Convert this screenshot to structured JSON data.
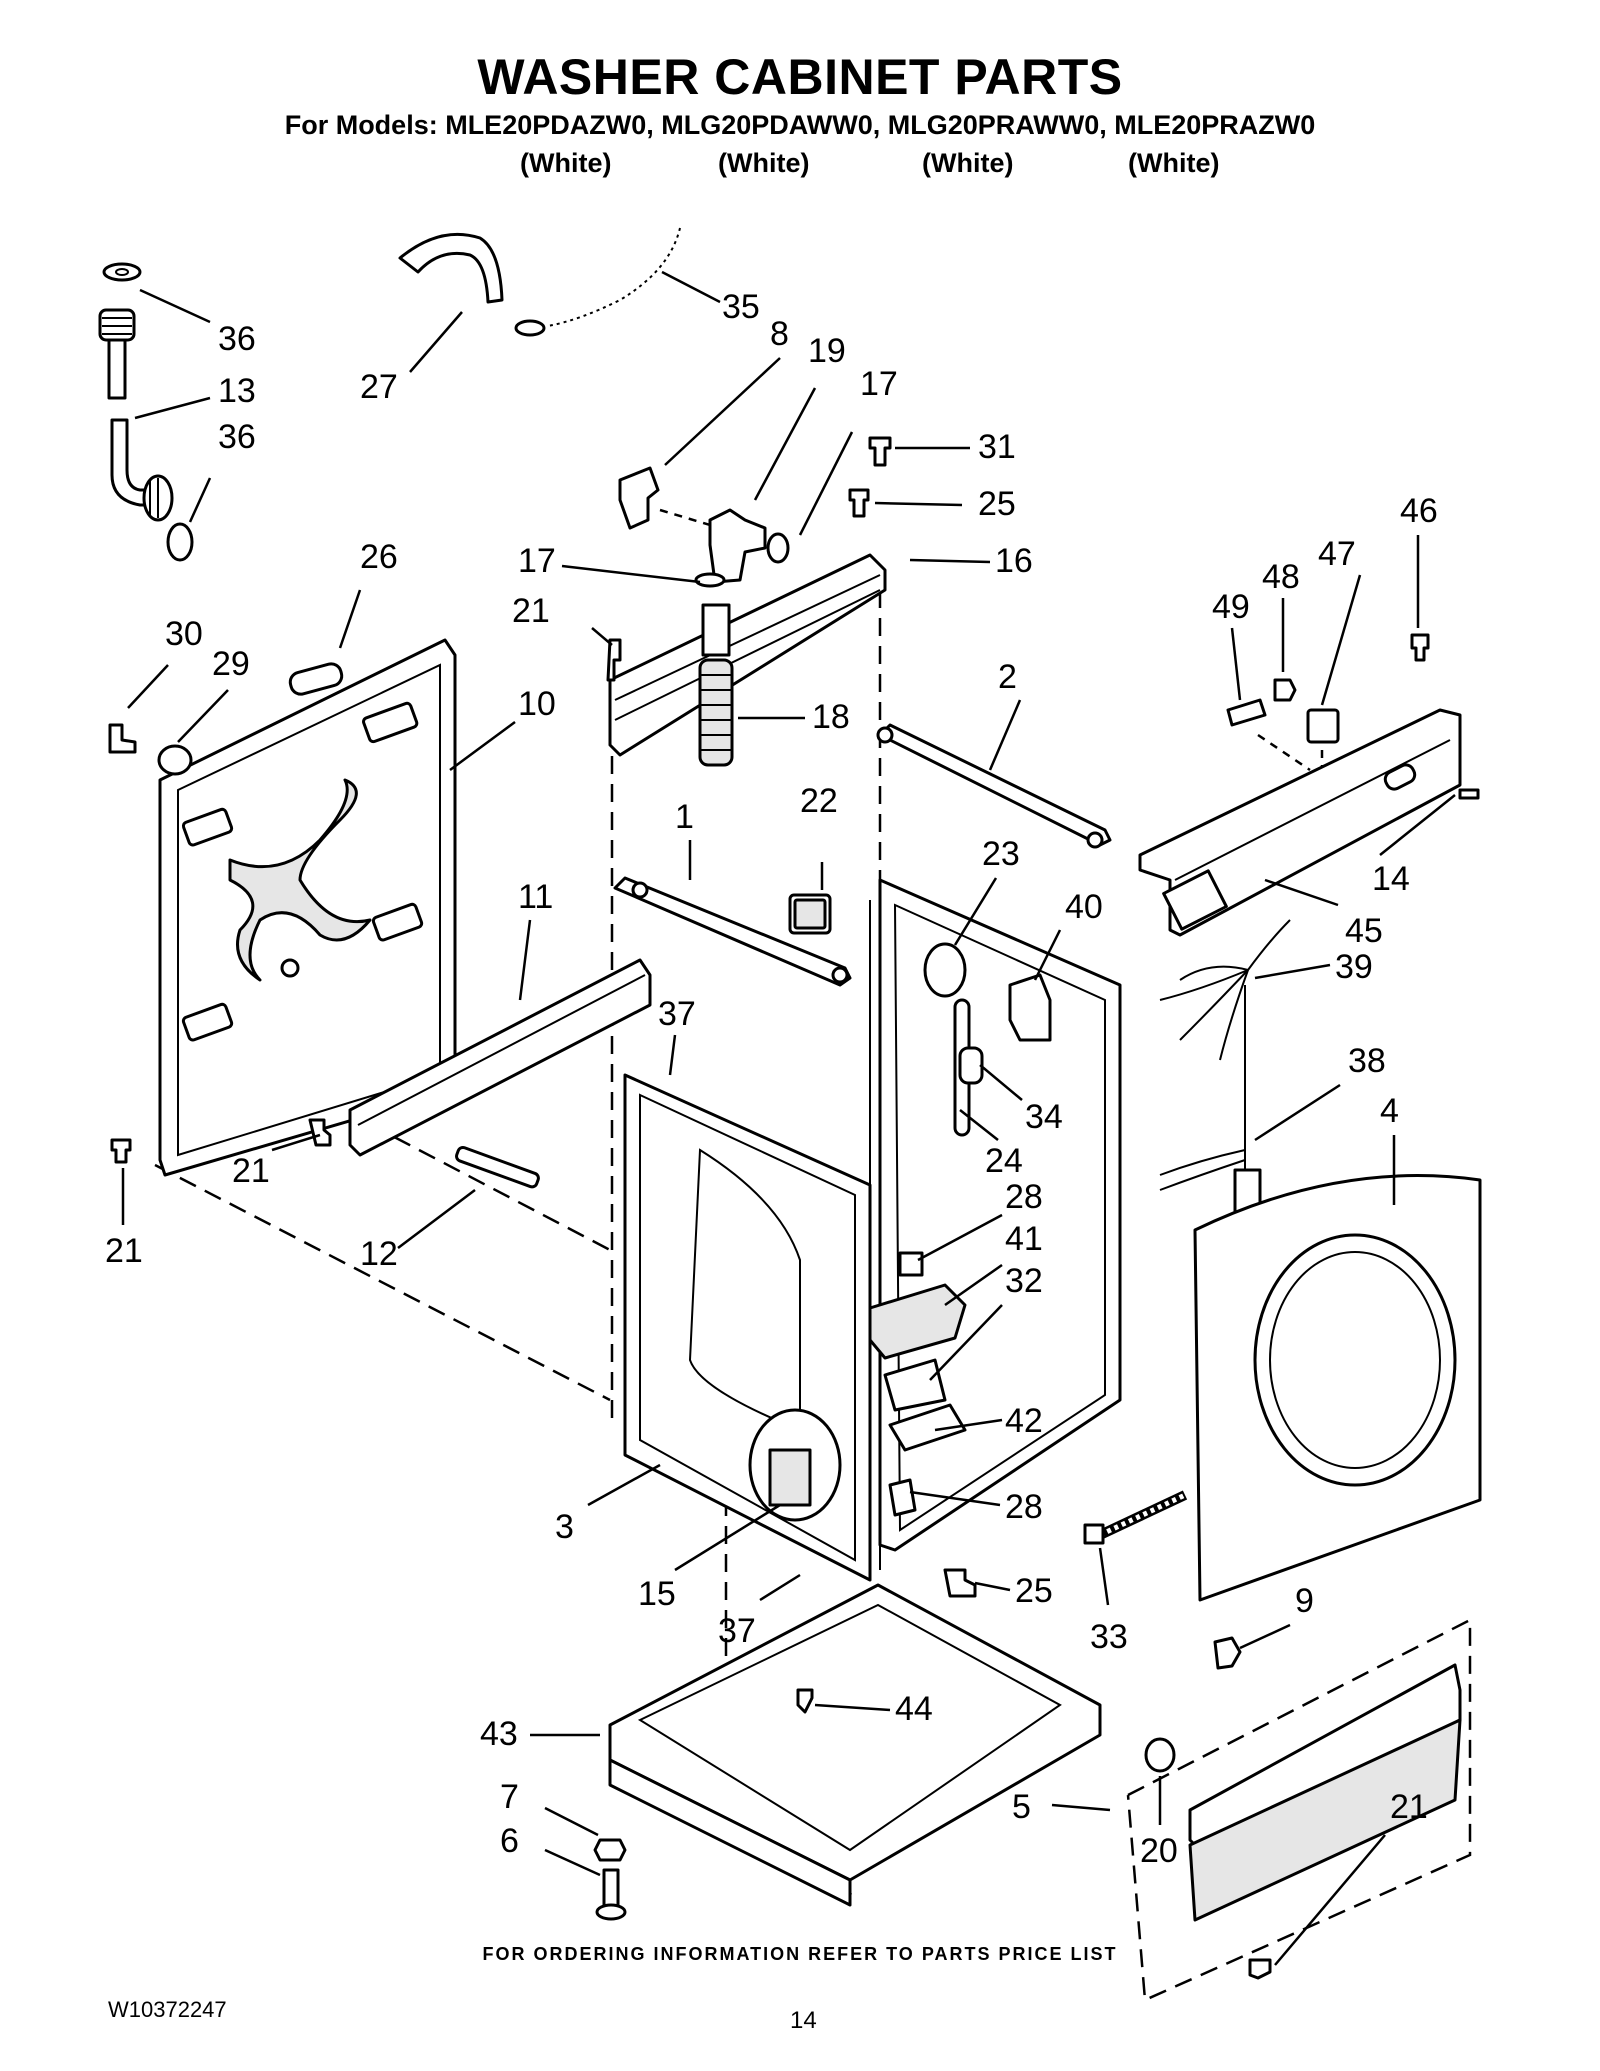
{
  "title": "WASHER CABINET PARTS",
  "subtitle": "For Models: MLE20PDAZW0, MLG20PDAWW0, MLG20PRAWW0, MLE20PRAZW0",
  "model_colors": [
    "(White)",
    "(White)",
    "(White)",
    "(White)"
  ],
  "footer_note": "FOR ORDERING INFORMATION REFER TO PARTS PRICE LIST",
  "document_number": "W10372247",
  "page_number": "14",
  "callouts": {
    "c36a": "36",
    "c13": "13",
    "c36b": "36",
    "c27": "27",
    "c35": "35",
    "c8": "8",
    "c19": "19",
    "c17a": "17",
    "c31": "31",
    "c25a": "25",
    "c17b": "17",
    "c16": "16",
    "c46": "46",
    "c47": "47",
    "c48": "48",
    "c49": "49",
    "c26": "26",
    "c30": "30",
    "c29": "29",
    "c10": "10",
    "c21a": "21",
    "c18": "18",
    "c2": "2",
    "c22": "22",
    "c1": "1",
    "c23": "23",
    "c40": "40",
    "c11": "11",
    "c37a": "37",
    "c14": "14",
    "c45": "45",
    "c39": "39",
    "c38": "38",
    "c4": "4",
    "c34": "34",
    "c24": "24",
    "c28a": "28",
    "c41": "41",
    "c32": "32",
    "c21b": "21",
    "c21c": "21",
    "c12": "12",
    "c42": "42",
    "c3": "3",
    "c28b": "28",
    "c15": "15",
    "c25b": "25",
    "c33": "33",
    "c9": "9",
    "c37b": "37",
    "c44": "44",
    "c43": "43",
    "c7": "7",
    "c6": "6",
    "c5": "5",
    "c20": "20",
    "c21d": "21"
  }
}
